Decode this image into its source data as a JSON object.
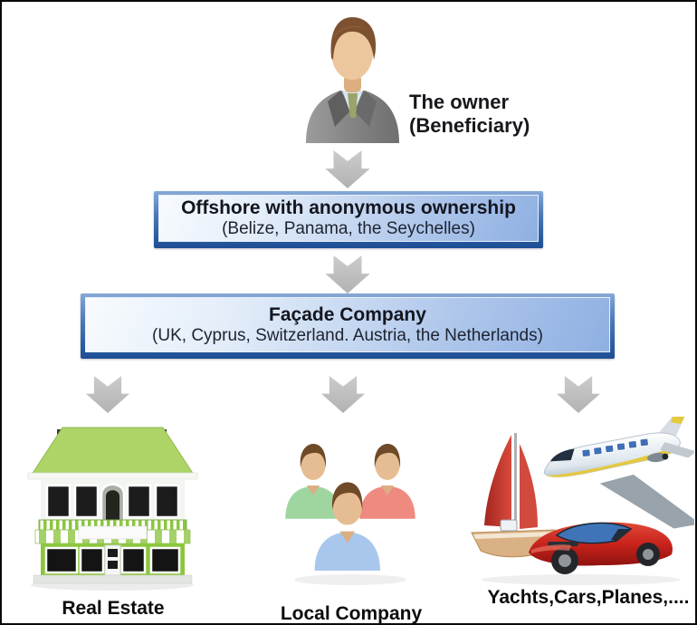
{
  "owner": {
    "line1": "The owner",
    "line2": "(Beneficiary)"
  },
  "offshore_box": {
    "title": "Offshore with anonymous ownership",
    "subtitle": "(Belize, Panama, the Seychelles)"
  },
  "facade_box": {
    "title": "Façade Company",
    "subtitle": "(UK, Cyprus, Switzerland. Austria, the Netherlands)"
  },
  "assets": {
    "real_estate_label": "Real Estate",
    "local_company_label": "Local Company",
    "luxury_label": "Yachts,Cars,Planes,...."
  },
  "icons": {
    "owner": "businessman-bust-icon",
    "arrow": "down-arrow-icon",
    "real_estate": "green-building-icon",
    "local_company": "people-group-icon",
    "luxury": "yacht-plane-car-icon"
  },
  "colors": {
    "banner_frame_top": "#86a9d8",
    "banner_frame_bottom": "#1d4e94",
    "banner_fill_light": "#f8fbfe",
    "banner_fill_dark": "#8fb0e2",
    "arrow_gray": "#bfbfbf",
    "label_black": "#0c0c0c",
    "roof_green": "#aed468",
    "wall_green": "#8cc63f",
    "shirt_green": "#9fd6a0",
    "shirt_red": "#ee8a80",
    "shirt_blue": "#a9c7ec",
    "sail_red": "#c13a30",
    "car_red": "#c8231c"
  }
}
